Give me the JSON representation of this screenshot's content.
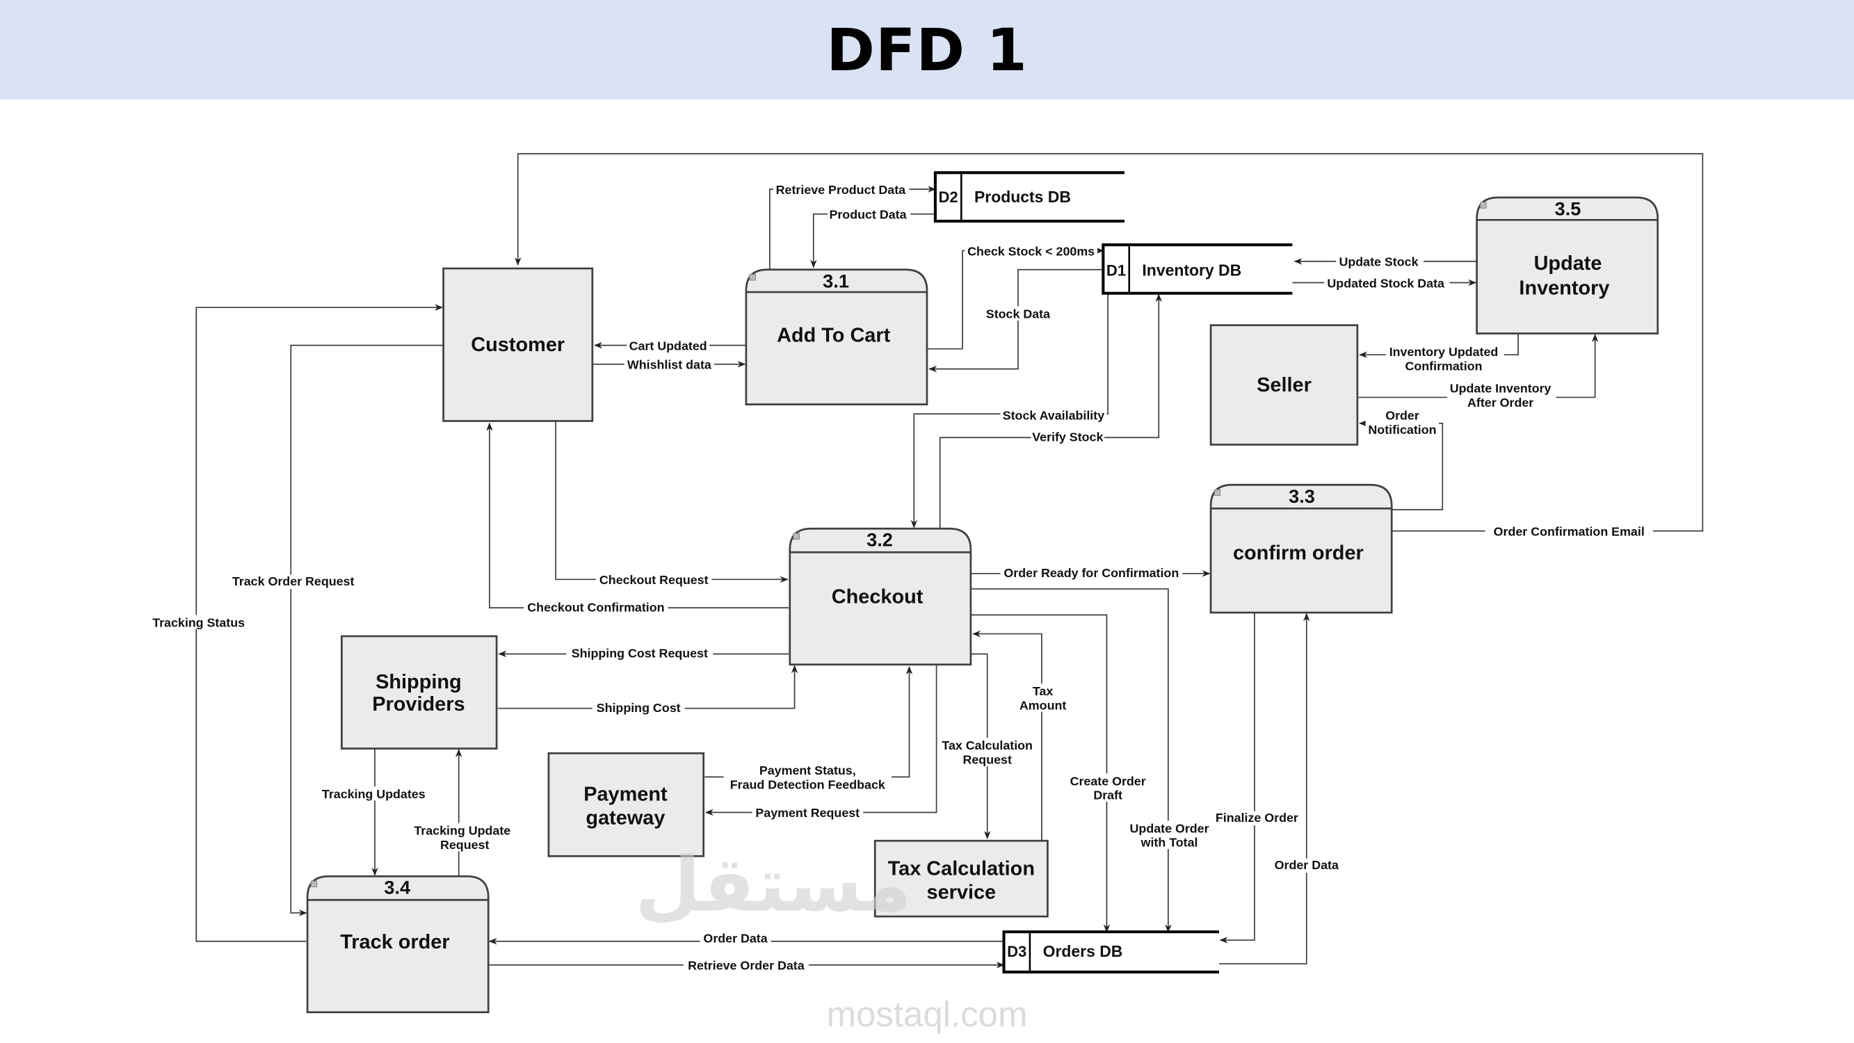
{
  "title": "DFD 1",
  "entities": {
    "customer": "Customer",
    "seller": "Seller",
    "shipping": [
      "Shipping",
      "Providers"
    ],
    "payment": [
      "Payment",
      "gateway"
    ],
    "tax": [
      "Tax Calculation",
      "service"
    ]
  },
  "processes": {
    "p31": {
      "id": "3.1",
      "name": [
        "Add To Cart"
      ]
    },
    "p32": {
      "id": "3.2",
      "name": [
        "Checkout"
      ]
    },
    "p33": {
      "id": "3.3",
      "name": [
        "confirm order"
      ]
    },
    "p34": {
      "id": "3.4",
      "name": [
        "Track order"
      ]
    },
    "p35": {
      "id": "3.5",
      "name": [
        "Update",
        "Inventory"
      ]
    }
  },
  "stores": {
    "d1": {
      "id": "D1",
      "name": "Inventory DB"
    },
    "d2": {
      "id": "D2",
      "name": "Products DB"
    },
    "d3": {
      "id": "D3",
      "name": "Orders DB"
    }
  },
  "flows": {
    "retrieve_product_data": "Retrieve Product Data",
    "product_data": "Product Data",
    "check_stock": "Check Stock < 200ms",
    "stock_data": "Stock Data",
    "cart_updated": "Cart Updated",
    "whishlist_data": "Whishlist data",
    "update_stock": "Update Stock",
    "updated_stock_data": "Updated Stock Data",
    "inventory_updated_1": "Inventory Updated",
    "inventory_updated_2": "Confirmation",
    "update_inventory_1": "Update Inventory",
    "update_inventory_2": "After Order",
    "order_notification_1": "Order",
    "order_notification_2": "Notification",
    "stock_availability": "Stock Availability",
    "verify_stock": "Verify Stock",
    "order_confirmation_email": "Order Confirmation Email",
    "order_ready": "Order Ready for Confirmation",
    "track_order_request": "Track Order Request",
    "tracking_status": "Tracking Status",
    "checkout_request": "Checkout Request",
    "checkout_confirmation": "Checkout Confirmation",
    "shipping_cost_request": "Shipping Cost Request",
    "shipping_cost": "Shipping Cost",
    "tax_amount_1": "Tax",
    "tax_amount_2": "Amount",
    "tax_calc_request_1": "Tax Calculation",
    "tax_calc_request_2": "Request",
    "create_order_draft_1": "Create Order",
    "create_order_draft_2": "Draft",
    "payment_status_1": "Payment Status,",
    "payment_status_2": "Fraud Detection Feedback",
    "payment_request": "Payment Request",
    "update_order_total_1": "Update Order",
    "update_order_total_2": "with Total",
    "tracking_updates": "Tracking Updates",
    "tracking_update_request_1": "Tracking Update",
    "tracking_update_request_2": "Request",
    "finalize_order": "Finalize Order",
    "order_data_right": "Order Data",
    "order_data_bottom": "Order Data",
    "retrieve_order_data": "Retrieve Order Data"
  },
  "watermark": {
    "arabic": "مستقل",
    "latin": "mostaql.com"
  },
  "colors": {
    "header_bg": "#dae3f3",
    "box_fill": "#ebebeb",
    "line": "#3c3c3c"
  }
}
